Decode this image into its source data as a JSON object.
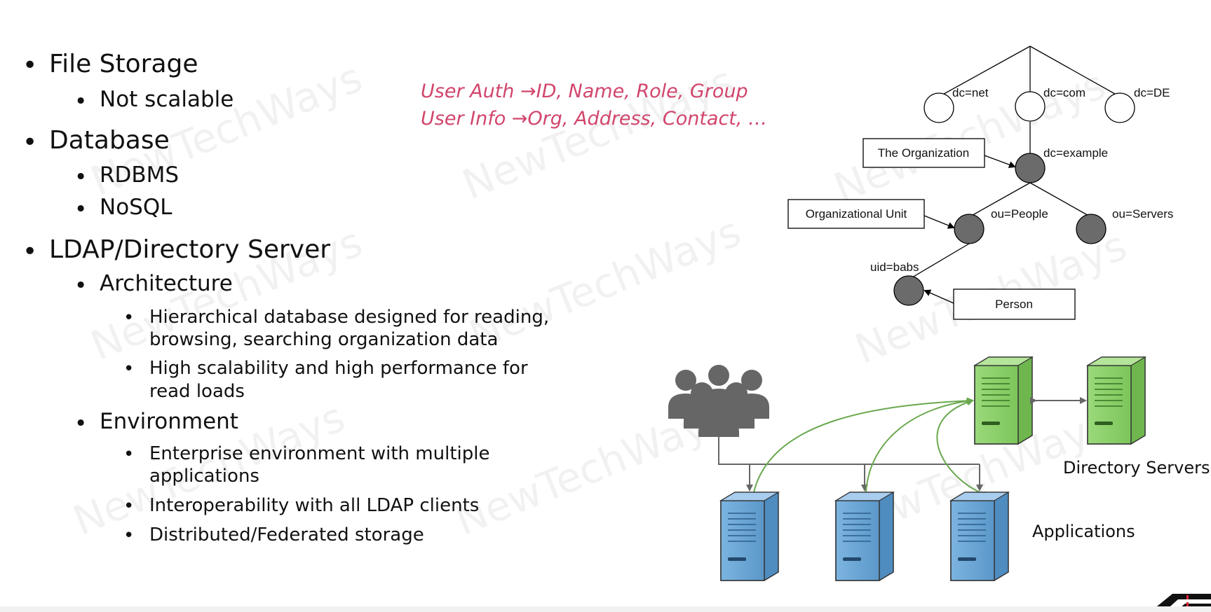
{
  "bullets": {
    "file_storage": "File Storage",
    "not_scalable": "Not scalable",
    "database": "Database",
    "rdbms": "RDBMS",
    "nosql": "NoSQL",
    "ldap": "LDAP/Directory Server",
    "architecture": "Architecture",
    "arch_1_line1": "Hierarchical database designed for reading,",
    "arch_1_line2": "browsing, searching organization data",
    "arch_2_line1": "High scalability and high performance for",
    "arch_2_line2": "read loads",
    "environment": "Environment",
    "env_1_line1": "Enterprise environment with multiple",
    "env_1_line2": "applications",
    "env_2": "Interoperability with all LDAP clients",
    "env_3": "Distributed/Federated storage"
  },
  "notes": {
    "user_auth": "User Auth →ID, Name, Role, Group",
    "user_info": "User Info →Org, Address, Contact, …"
  },
  "tree": {
    "dc_net": "dc=net",
    "dc_com": "dc=com",
    "dc_de": "dc=DE",
    "dc_example": "dc=example",
    "ou_people": "ou=People",
    "ou_servers": "ou=Servers",
    "uid_babs": "uid=babs",
    "box_org": "The Organization",
    "box_ou": "Organizational Unit",
    "box_person": "Person"
  },
  "deployment": {
    "directory_servers": "Directory Servers",
    "applications": "Applications"
  },
  "watermark": "NewTechWays",
  "colors": {
    "note_pink": "#d1456b",
    "server_green": "#8fd26e",
    "server_blue": "#6aa6d6",
    "node_gray": "#6b6b6b",
    "arrow_green": "#6aa84f"
  }
}
